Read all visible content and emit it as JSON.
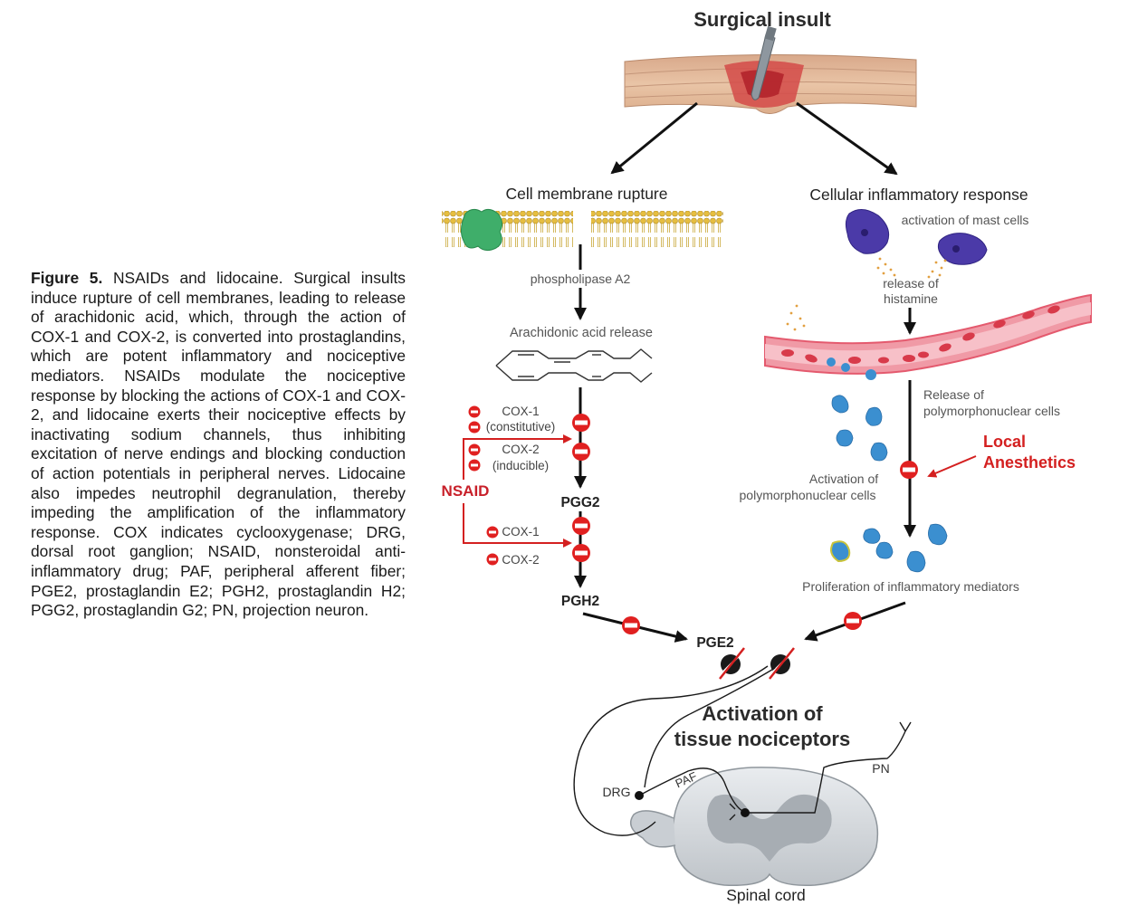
{
  "caption": {
    "label": "Figure 5.",
    "text": "NSAIDs and lidocaine. Surgical insults induce rupture of cell membranes, leading to release of arachidonic acid, which, through the action of COX-1 and COX-2, is converted into prostaglandins, which are potent inflammatory and nociceptive mediators. NSAIDs modulate the nociceptive response by blocking the actions of COX-1 and COX-2, and lidocaine exerts their nociceptive effects by inactivating sodium channels, thus inhibiting excitation of nerve endings and blocking conduction of action potentials in peripheral nerves. Lidocaine also impedes neutrophil degranulation, thereby impeding the amplification of the inflammatory response. COX indicates cyclooxygenase; DRG, dorsal root ganglion; NSAID, nonsteroidal anti-inflammatory drug; PAF, peripheral afferent fiber; PGE2, prostaglandin E2; PGH2, prostaglandin H2; PGG2, prostaglandin G2; PN, projection neuron."
  },
  "diagram": {
    "top": {
      "surgical_insult": "Surgical insult"
    },
    "left": {
      "title": "Cell membrane rupture",
      "enzyme": "phospholipase A2",
      "arachidonic": "Arachidonic acid release",
      "cox1": "COX-1",
      "cox1_sub": "(constitutive)",
      "cox2": "COX-2",
      "cox2_sub": "(inducible)",
      "nsaid": "NSAID",
      "pgg2": "PGG2",
      "cox1_b": "COX-1",
      "cox2_b": "COX-2",
      "pgh2": "PGH2"
    },
    "right": {
      "title": "Cellular inflammatory response",
      "mast": "activation of mast cells",
      "histamine_1": "release of",
      "histamine_2": "histamine",
      "pmn_release_1": "Release of",
      "pmn_release_2": "polymorphonuclear cells",
      "local_1": "Local",
      "local_2": "Anesthetics",
      "activation_1": "Activation of",
      "activation_2": "polymorphonuclear cells",
      "proliferation": "Proliferation of inflammatory mediators"
    },
    "bottom": {
      "pge2": "PGE2",
      "activation_1": "Activation of",
      "activation_2": "tissue nociceptors",
      "drg": "DRG",
      "paf": "PAF",
      "pn": "PN",
      "spinal_cord": "Spinal cord"
    },
    "colors": {
      "inhibitor": "#e02020",
      "nsaid_text": "#c8202a",
      "arrow": "#111111",
      "membrane_lipid": "#e8c24a",
      "channel": "#3fae6a",
      "mast_cell": "#4b3aa8",
      "pmn_cell": "#3b8fd0",
      "vessel": "#e45a6e"
    }
  }
}
